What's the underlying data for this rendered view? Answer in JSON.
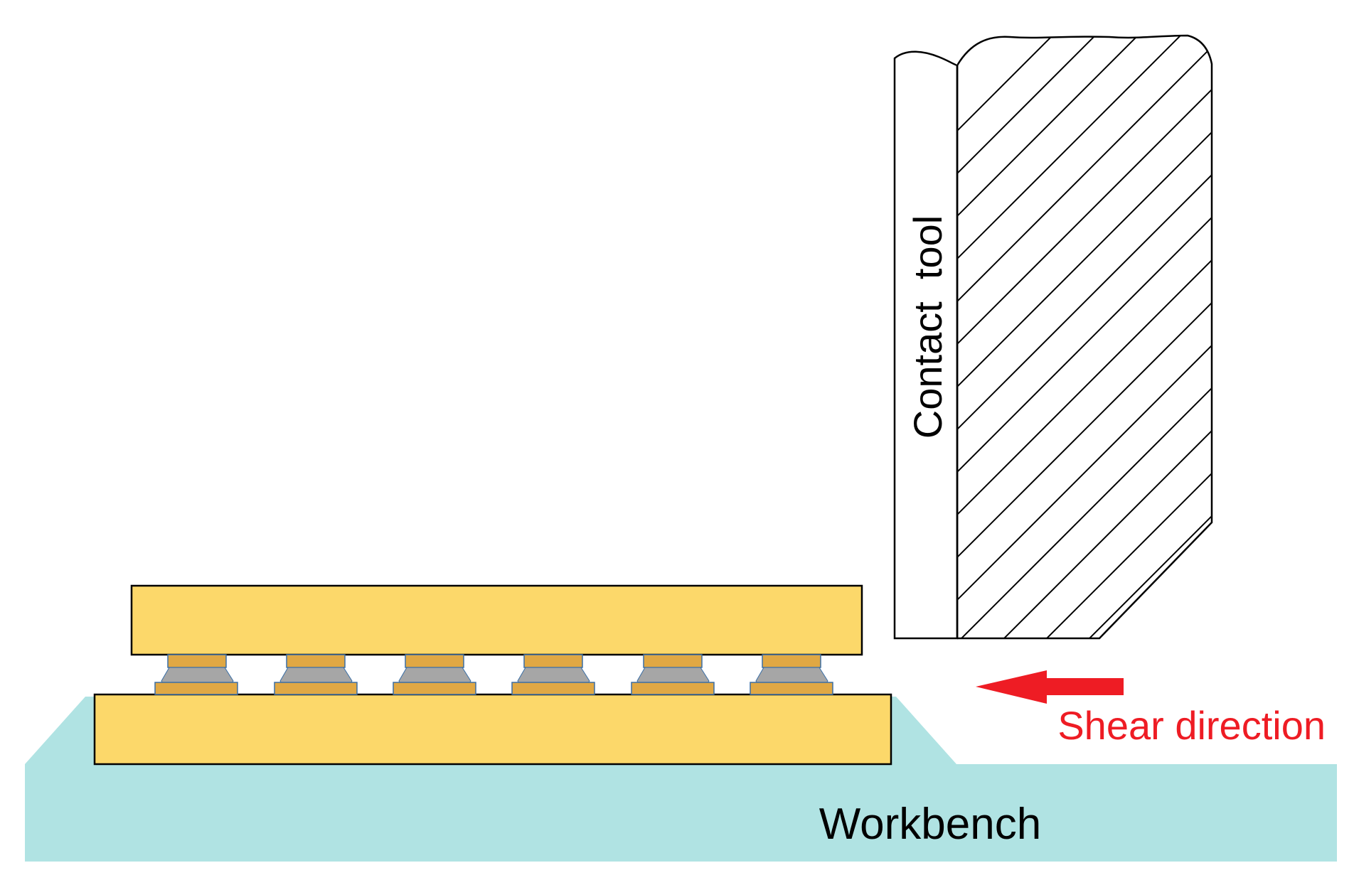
{
  "labels": {
    "contact_tool": "Contact  tool",
    "shear_direction": "Shear direction",
    "workbench": "Workbench"
  },
  "colors": {
    "substrate": "#FCD86A",
    "pad": "#E0A844",
    "solder": "#A6A6A6",
    "workbench": "#B0E3E3",
    "arrow": "#EE1C24",
    "outline": "#000000",
    "pad_outline": "#3A6EA5"
  },
  "joint_count": 6
}
